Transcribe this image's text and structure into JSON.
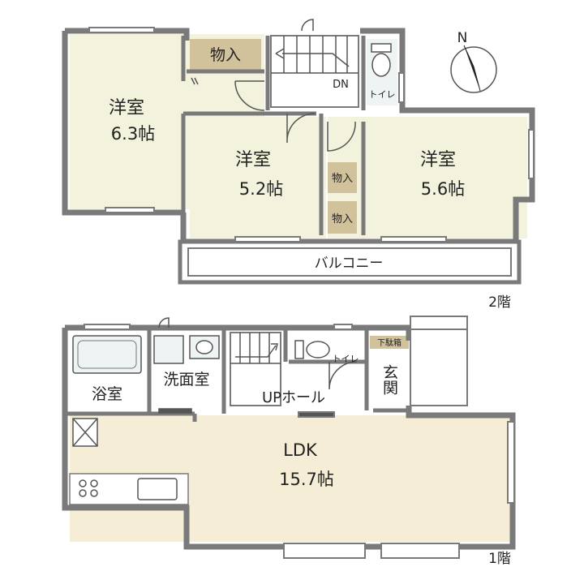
{
  "compass": {
    "north_label": "N"
  },
  "floor2": {
    "floor_label": "2階",
    "rooms": {
      "west": {
        "name": "洋室",
        "size": "6.3帖"
      },
      "center": {
        "name": "洋室",
        "size": "5.2帖"
      },
      "east": {
        "name": "洋室",
        "size": "5.6帖"
      },
      "storage_top": "物入",
      "storage_mid1": "物入",
      "storage_mid2": "物入",
      "toilet": "トイレ",
      "stair_dn": "DN",
      "balcony": "バルコニー"
    }
  },
  "floor1": {
    "floor_label": "1階",
    "rooms": {
      "bath": "浴室",
      "washroom": "洗面室",
      "hall": "UPホール",
      "toilet": "トイレ",
      "shoe_box": "下駄箱",
      "entrance": "玄関",
      "ldk": {
        "name": "LDK",
        "size": "15.7帖"
      }
    }
  },
  "colors": {
    "wall": "#7a7a7a",
    "room_fill": "#f3f2dc",
    "ldk_fill": "#f6edd6",
    "storage_fill": "#d2c29c",
    "wet_fill": "#dfe9ec"
  }
}
